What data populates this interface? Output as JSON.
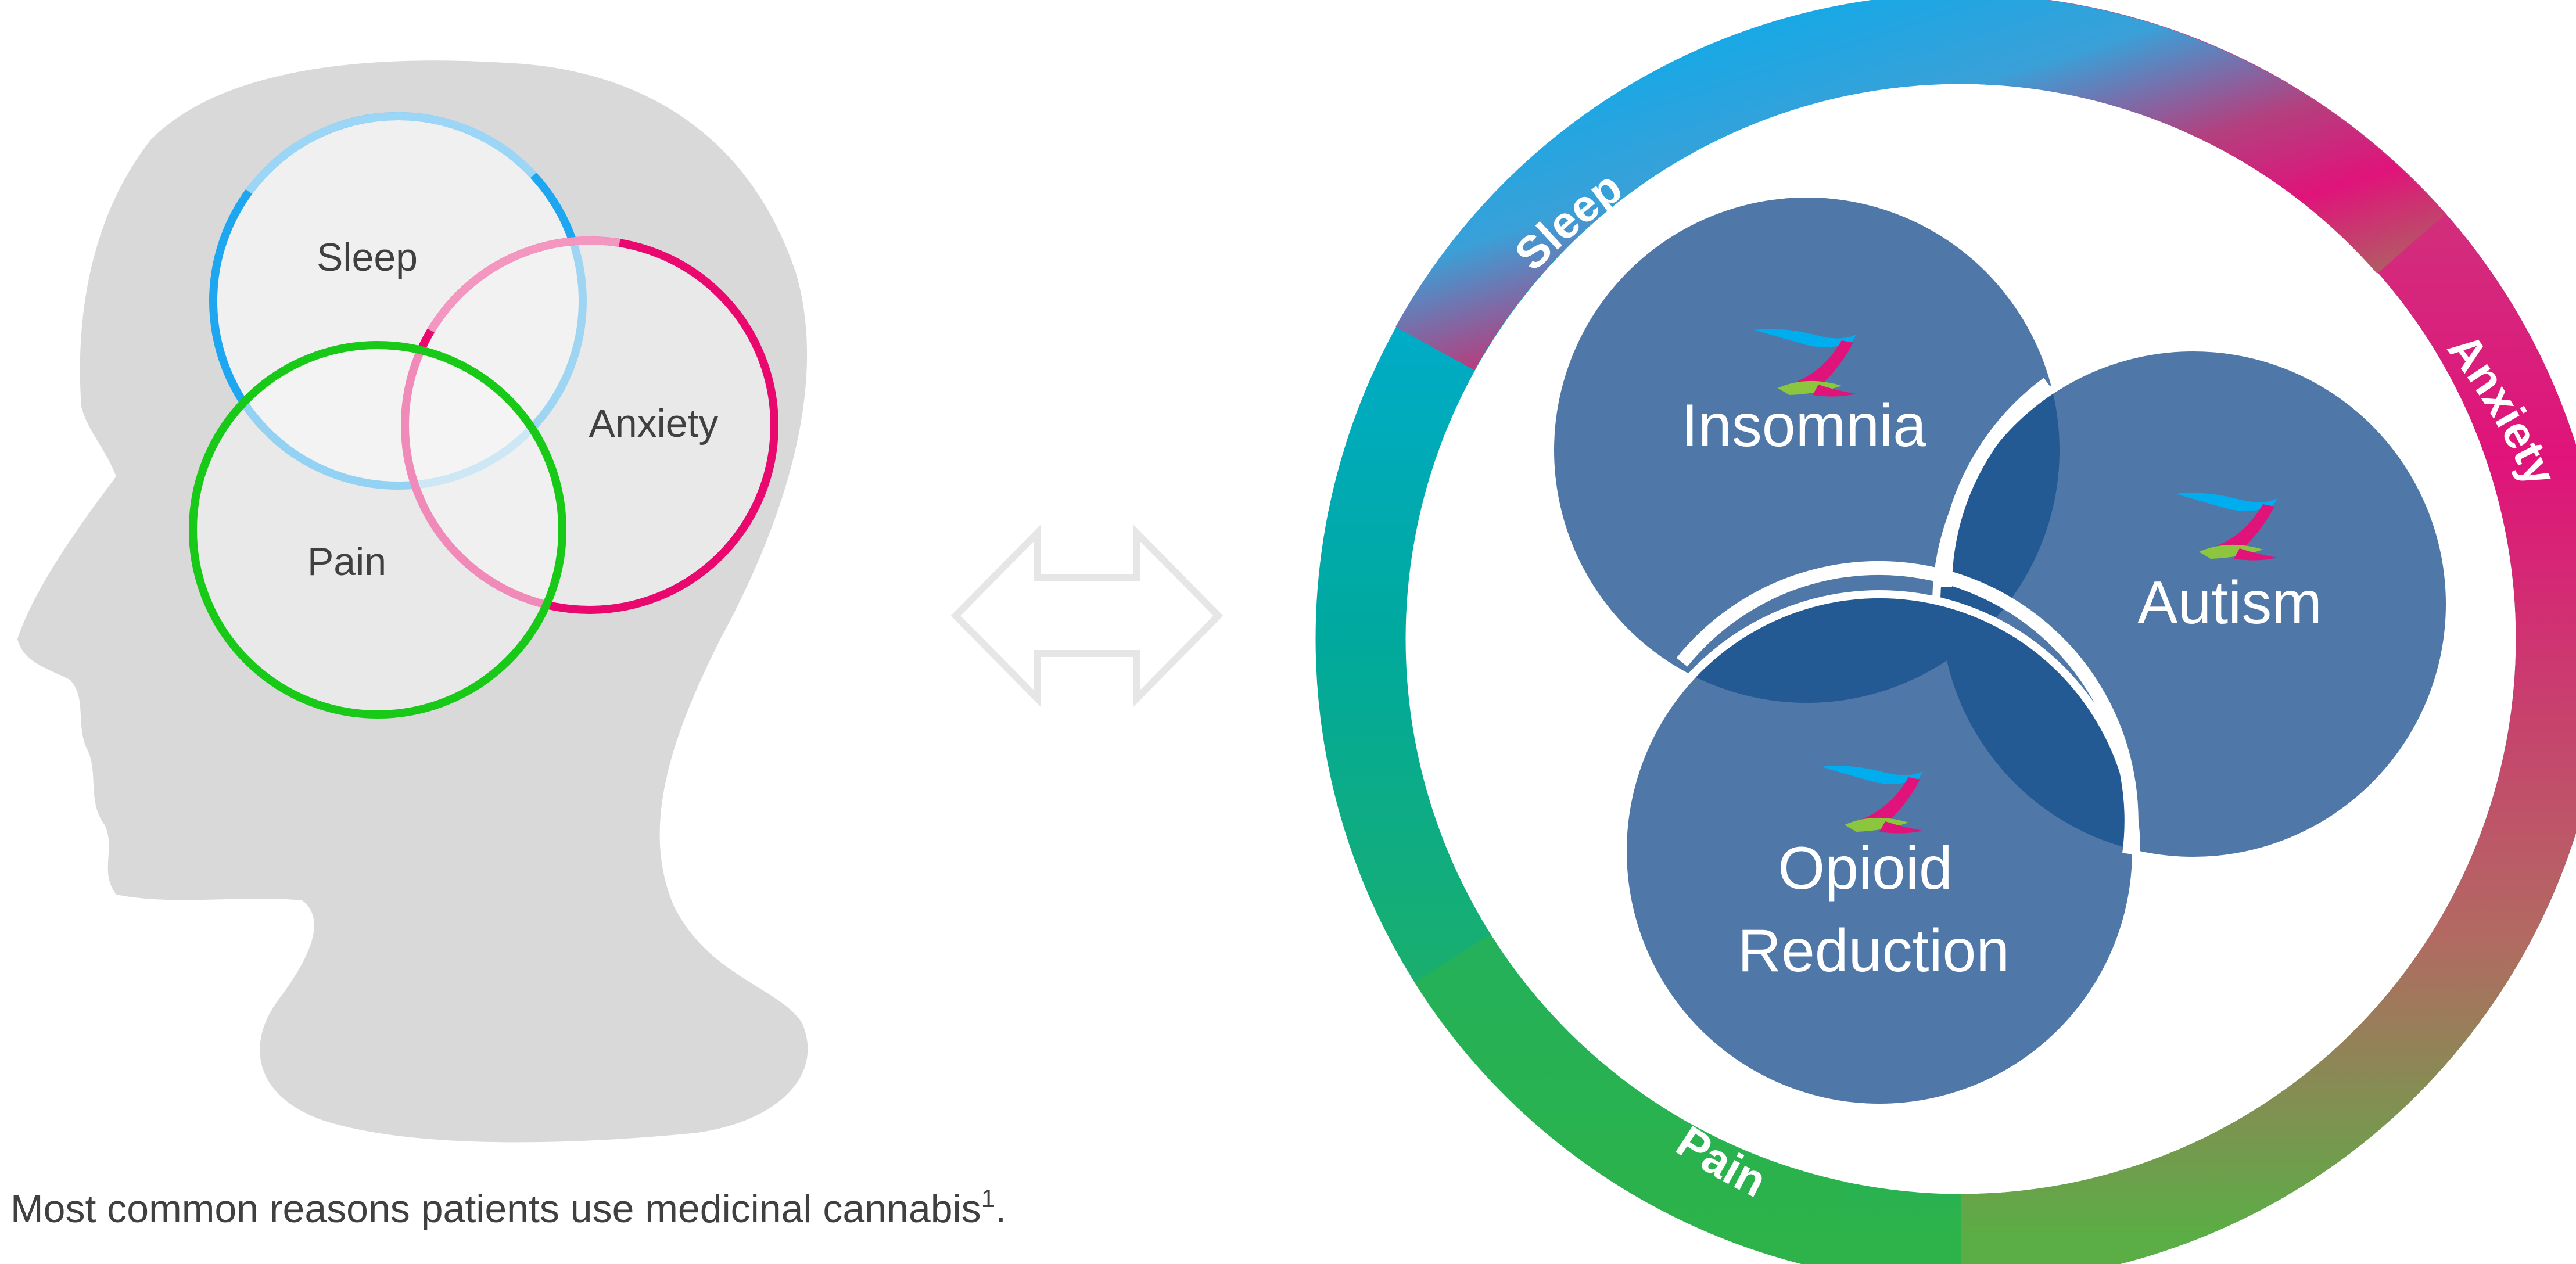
{
  "head_diagram": {
    "circles": [
      {
        "label": "Sleep",
        "color": "#1ea7f0"
      },
      {
        "label": "Anxiety",
        "color": "#e8086e"
      },
      {
        "label": "Pain",
        "color": "#18c918"
      }
    ]
  },
  "caption": {
    "text": "Most common reasons patients use medicinal cannabis",
    "superscript": "1",
    "suffix": "."
  },
  "arrow": {
    "icon": "double-arrow-icon",
    "color": "#e6e6e6"
  },
  "ring": {
    "labels": [
      {
        "label": "Sleep",
        "color": "#00aeef"
      },
      {
        "label": "Anxiety",
        "color": "#e0137a"
      },
      {
        "label": "Pain",
        "color": "#2db34a"
      }
    ]
  },
  "conditions": [
    {
      "label": "Insomnia",
      "lines": [
        "Insomnia"
      ],
      "color": "#4f78a8"
    },
    {
      "label": "Autism",
      "lines": [
        "Autism"
      ],
      "color": "#4f78a8"
    },
    {
      "label": "Opioid Reduction",
      "lines": [
        "Opioid",
        "Reduction"
      ],
      "color": "#4f78a8"
    }
  ],
  "colors": {
    "head_silhouette": "#d9d9d9",
    "condition_overlap": "#245a94",
    "logo_cyan": "#00aeef",
    "logo_magenta": "#e0137a",
    "logo_green": "#8cc63f"
  }
}
